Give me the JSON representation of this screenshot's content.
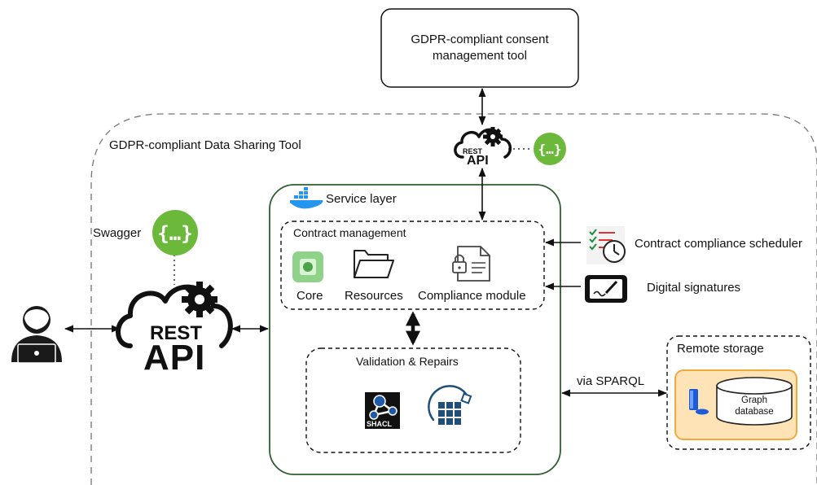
{
  "consent_tool": {
    "line1": "GDPR-compliant consent",
    "line2": "management tool"
  },
  "data_sharing_tool": {
    "title": "GDPR-compliant Data Sharing Tool"
  },
  "swagger": {
    "label": "Swagger"
  },
  "rest_api": {
    "rest": "REST",
    "api": "API"
  },
  "service_layer": {
    "title": "Service layer"
  },
  "contract_management": {
    "title": "Contract management",
    "items": [
      "Core",
      "Resources",
      "Compliance module"
    ]
  },
  "validation": {
    "title": "Validation & Repairs",
    "shacl": "SHACL"
  },
  "scheduler": {
    "label": "Contract compliance scheduler"
  },
  "signatures": {
    "label": "Digital signatures"
  },
  "sparql": {
    "label": "via SPARQL"
  },
  "remote_storage": {
    "title": "Remote storage",
    "db_line1": "Graph",
    "db_line2": "database"
  },
  "colors": {
    "swagger_green": "#6bb83a",
    "docker_blue": "#2496ed",
    "shacl_blue": "#1f5aa8",
    "storage_fill": "#fde3b6",
    "storage_border": "#f0a93c",
    "core_green": "#8fd28a"
  },
  "icons": [
    "user-icon",
    "rest-api-cloud-icon",
    "swagger-icon",
    "docker-whale-icon",
    "chip-icon",
    "folder-icon",
    "document-lock-icon",
    "shacl-icon",
    "module-grid-icon",
    "checklist-clock-icon",
    "tablet-signature-icon",
    "server-icon",
    "database-cylinder-icon"
  ]
}
